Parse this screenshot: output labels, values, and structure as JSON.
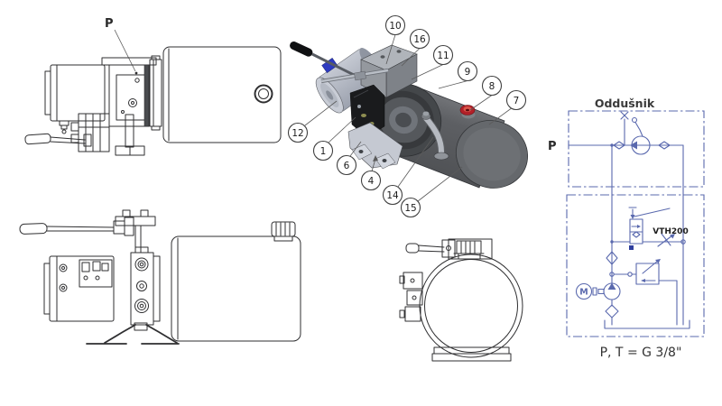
{
  "views": {
    "side_top": {
      "port_label": "P"
    },
    "isometric": {
      "callouts": [
        {
          "label": "10"
        },
        {
          "label": "16"
        },
        {
          "label": "11"
        },
        {
          "label": "9"
        },
        {
          "label": "8"
        },
        {
          "label": "7"
        },
        {
          "label": "12"
        },
        {
          "label": "1"
        },
        {
          "label": "6"
        },
        {
          "label": "4"
        },
        {
          "label": "14"
        },
        {
          "label": "15"
        }
      ]
    },
    "schematic": {
      "breather_label": "Oddušnik",
      "port_label": "P",
      "throttle_model": "VTH200",
      "motor_label": "M",
      "ports_note": "P, T = G 3/8\""
    }
  },
  "colors": {
    "schematic_blue": "#5a69ae",
    "drawing_line": "#2f2f31",
    "filler_cap_red": "#b22028",
    "tank_gray": "#55585c",
    "label_text": "#2a2a2a"
  }
}
